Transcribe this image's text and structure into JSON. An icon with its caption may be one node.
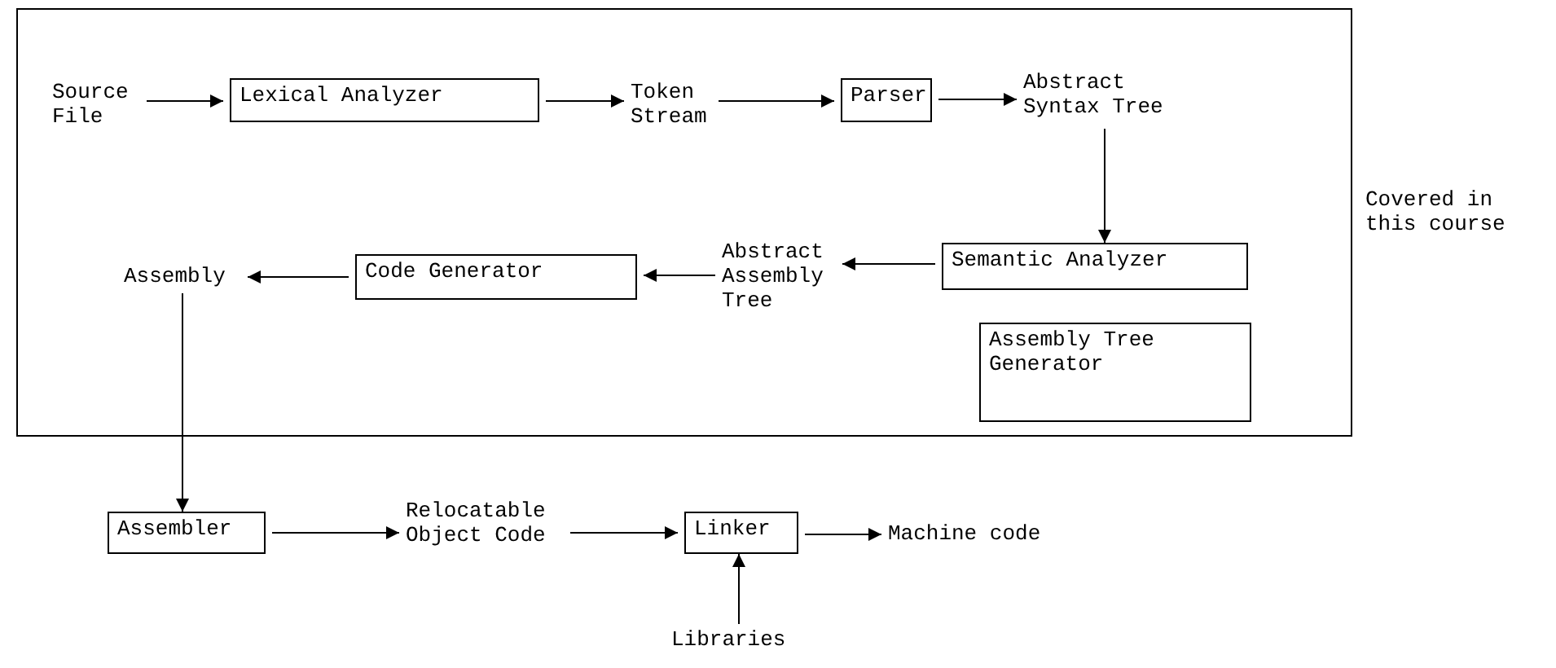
{
  "diagram": {
    "nodes": [
      {
        "text": [],
        "shape": "box",
        "beside": [
          "Covered in this course"
        ]
      },
      {
        "text": [
          "Source File"
        ],
        "in": 0
      },
      {
        "text": [
          "Lexical Analyzer"
        ],
        "in": 0
      },
      {
        "text": [
          "Token Stream"
        ],
        "in": 0
      },
      {
        "text": [
          "Parser"
        ],
        "in": 0
      },
      {
        "text": [
          "Abstract Syntax Tree"
        ],
        "in": 0
      },
      {
        "text": [
          "Semantic Analyzer"
        ],
        "in": 0
      },
      {
        "text": [
          "Abstract Assembly Tree"
        ],
        "in": 0
      },
      {
        "text": [
          "Code Generator"
        ],
        "in": 0
      },
      {
        "text": [
          "Assembly"
        ],
        "in": 0
      },
      {
        "text": [
          "Assembly Tree Generator"
        ],
        "in": 0
      },
      {
        "text": [
          "Assembler"
        ]
      },
      {
        "text": [
          "Relocatable Object Code"
        ]
      },
      {
        "text": [
          "Linker"
        ]
      },
      {
        "text": [
          "Machine code"
        ]
      },
      {
        "text": [
          "Libraries"
        ]
      }
    ],
    "edges": [
      {
        "from": 1,
        "to": 2,
        "arrow": "to"
      },
      {
        "from": 2,
        "to": 3,
        "arrow": "to"
      },
      {
        "from": 3,
        "to": 4,
        "arrow": "to"
      },
      {
        "from": 4,
        "to": 5,
        "arrow": "to"
      },
      {
        "from": 5,
        "to": 6,
        "arrow": "to"
      },
      {
        "from": 6,
        "to": 7,
        "arrow": "to"
      },
      {
        "from": 7,
        "to": 8,
        "arrow": "to"
      },
      {
        "from": 8,
        "to": 9,
        "arrow": "to"
      },
      {
        "from": 9,
        "to": 11,
        "arrow": "to"
      },
      {
        "from": 11,
        "to": 12,
        "arrow": "to"
      },
      {
        "from": 12,
        "to": 13,
        "arrow": "to"
      },
      {
        "from": 13,
        "to": 14,
        "arrow": "to"
      },
      {
        "from": 15,
        "to": 13,
        "arrow": "to"
      }
    ]
  }
}
